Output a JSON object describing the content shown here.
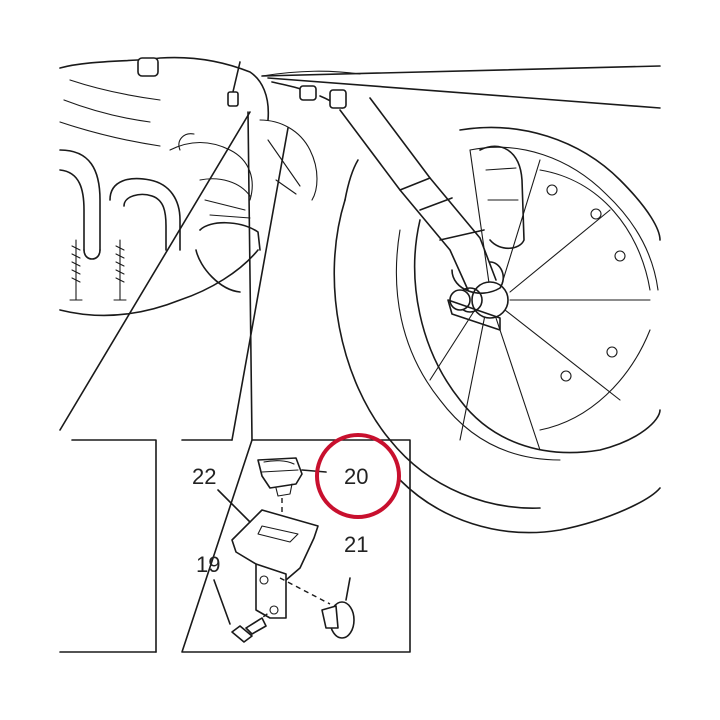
{
  "callouts": {
    "part_20": "20",
    "part_21": "21",
    "part_22": "22",
    "part_19": "19"
  },
  "highlight": {
    "target": "part_20",
    "color": "#c8102e"
  },
  "colors": {
    "line": "#1a1a1a",
    "background": "#ffffff",
    "label": "#222222"
  }
}
